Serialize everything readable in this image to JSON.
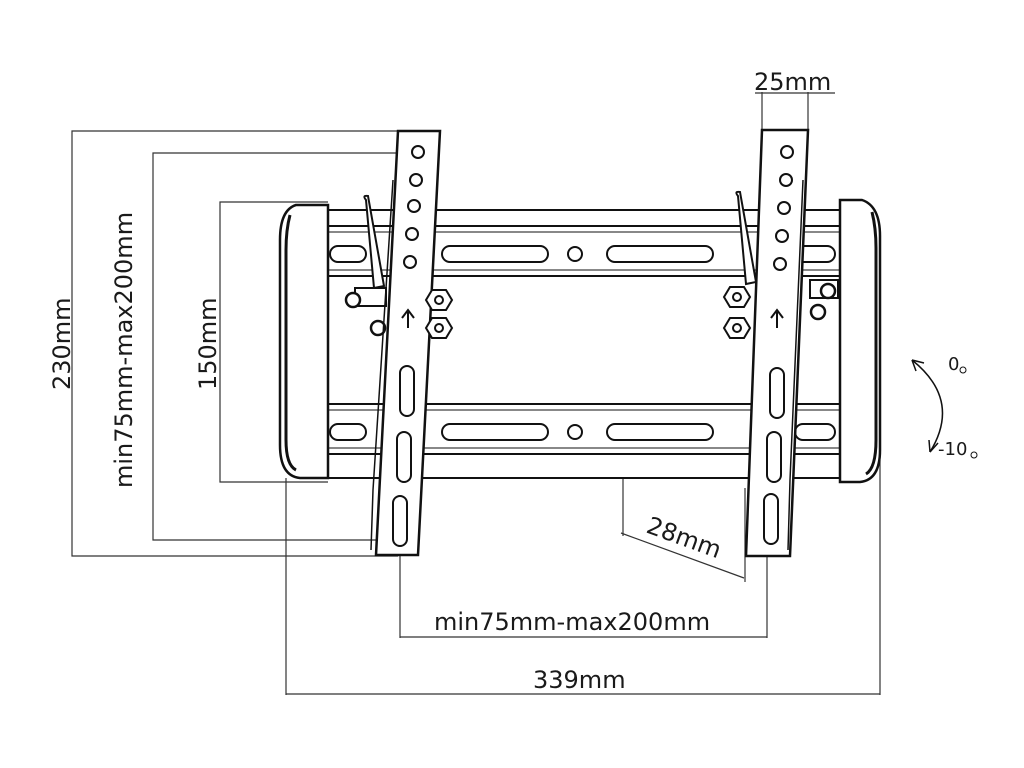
{
  "dimensions": {
    "arm_width": "25mm",
    "vertical_outer": "230mm",
    "vertical_vesa": "min75mm-max200mm",
    "vertical_plate": "150mm",
    "wall_gap": "28mm",
    "horizontal_vesa": "min75mm-max200mm",
    "overall_width": "339mm"
  },
  "tilt": {
    "top": "0",
    "bottom": "-10"
  }
}
